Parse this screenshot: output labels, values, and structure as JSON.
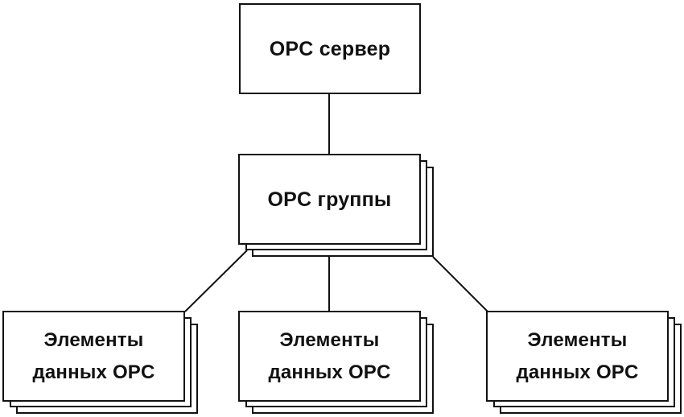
{
  "diagram": {
    "server": {
      "label": "OPC сервер"
    },
    "groups": {
      "label": "OPC группы"
    },
    "items": [
      {
        "line1": "Элементы",
        "line2": "данных OPC"
      },
      {
        "line1": "Элементы",
        "line2": "данных OPC"
      },
      {
        "line1": "Элементы",
        "line2": "данных OPC"
      }
    ]
  }
}
